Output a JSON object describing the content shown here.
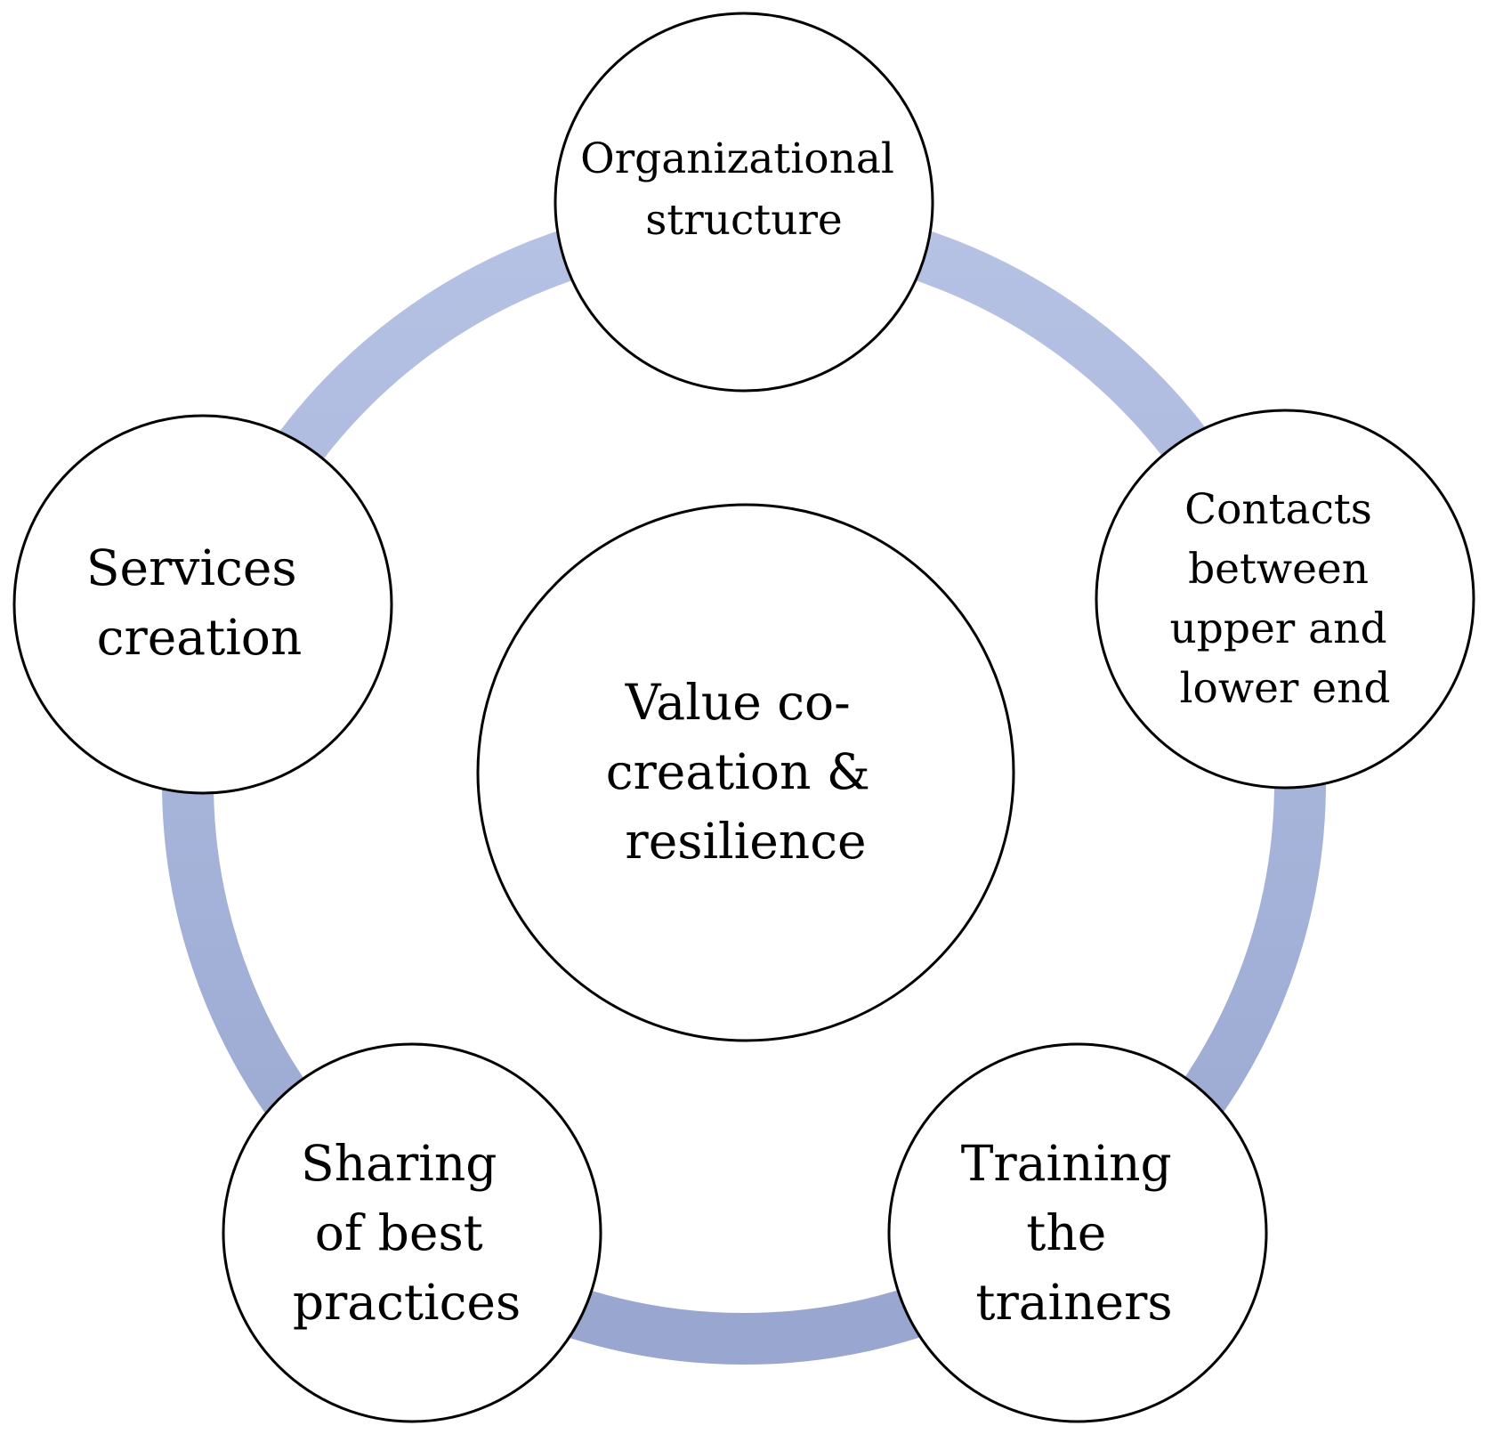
{
  "diagram": {
    "type": "cycle",
    "ring_color": "#a7b4d8",
    "center": {
      "lines": [
        "Value co-",
        "creation &",
        "resilience"
      ]
    },
    "nodes": [
      {
        "id": "organizational-structure",
        "lines": [
          "Organizational",
          "structure"
        ]
      },
      {
        "id": "contacts-upper-lower",
        "lines": [
          "Contacts",
          "between",
          "upper and",
          "lower end"
        ]
      },
      {
        "id": "training-the-trainers",
        "lines": [
          "Training",
          "the",
          "trainers"
        ]
      },
      {
        "id": "sharing-best-practices",
        "lines": [
          "Sharing",
          "of best",
          "practices"
        ]
      },
      {
        "id": "services-creation",
        "lines": [
          "Services",
          "creation"
        ]
      }
    ]
  }
}
